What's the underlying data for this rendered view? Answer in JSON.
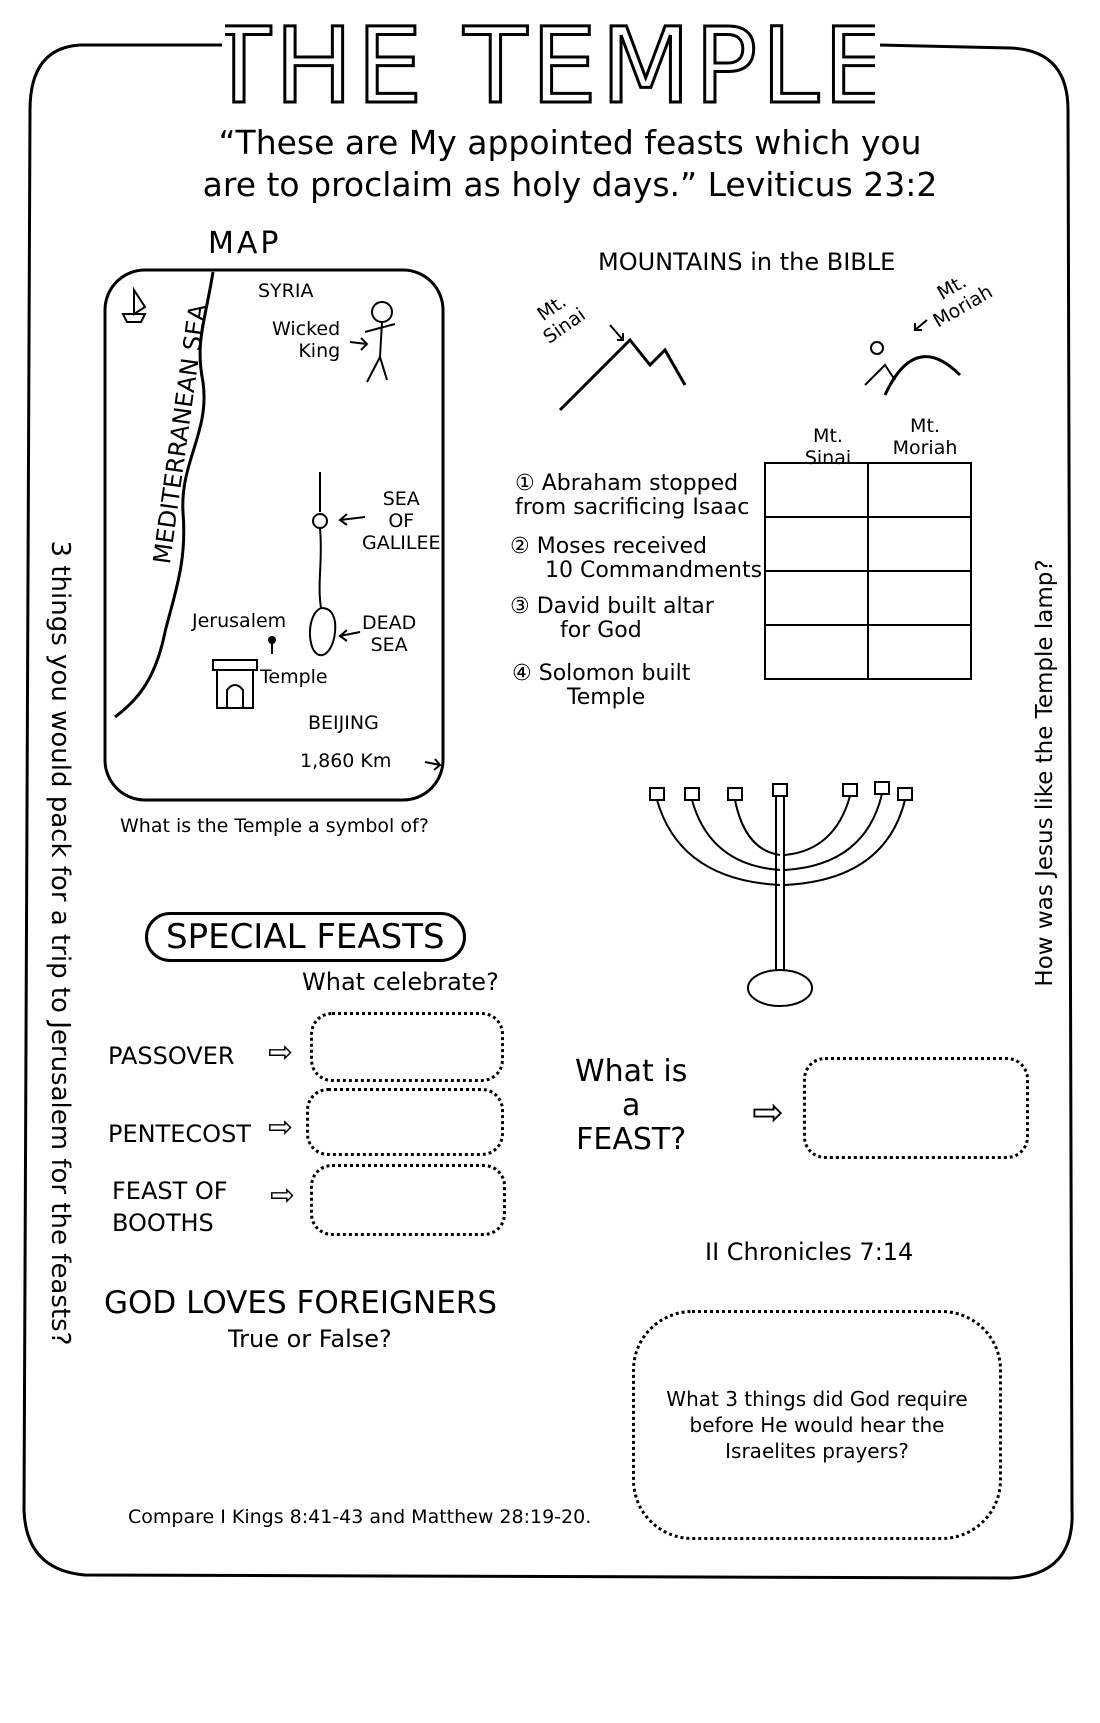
{
  "title": "THE TEMPLE",
  "quote": {
    "line1": "“These are My appointed feasts which you",
    "line2": "are to proclaim as holy days.” Leviticus 23:2"
  },
  "side_left": "3 things you would pack for a trip to Jerusalem for the feasts?",
  "side_right": "How was Jesus like the Temple lamp?",
  "map": {
    "heading": "MAP",
    "syria": "SYRIA",
    "mediterranean": "MEDITERRANEAN SEA",
    "wicked_king": [
      "Wicked",
      "King"
    ],
    "sea_of_galilee": [
      "SEA",
      "OF",
      "GALILEE"
    ],
    "jerusalem": "Jerusalem",
    "temple": "Temple",
    "dead_sea": [
      "DEAD",
      "SEA"
    ],
    "beijing": "BEIJING",
    "distance": "1,860 Km",
    "question": "What is the Temple a symbol of?"
  },
  "mountains": {
    "heading": "MOUNTAINS in the BIBLE",
    "sinai_label": [
      "Mt.",
      "Sinai"
    ],
    "moriah_label": [
      "Mt.",
      "Moriah"
    ],
    "column_headers": [
      [
        "Mt.",
        "Sinai"
      ],
      [
        "Mt.",
        "Moriah"
      ]
    ],
    "events": [
      {
        "num": "①",
        "lines": [
          "Abraham stopped",
          "from sacrificing Isaac"
        ]
      },
      {
        "num": "②",
        "lines": [
          "Moses received",
          "10 Commandments"
        ]
      },
      {
        "num": "③",
        "lines": [
          "David built altar",
          "for God"
        ]
      },
      {
        "num": "④",
        "lines": [
          "Solomon built",
          "Temple"
        ]
      }
    ]
  },
  "feasts": {
    "heading": "SPECIAL FEASTS",
    "subheading": "What celebrate?",
    "items": [
      {
        "label": [
          "PASSOVER"
        ]
      },
      {
        "label": [
          "PENTECOST"
        ]
      },
      {
        "label": [
          "FEAST OF",
          "BOOTHS"
        ]
      }
    ],
    "arrow": "⇨"
  },
  "what_is_feast": [
    "What is",
    "a",
    "FEAST?"
  ],
  "foreigners": {
    "heading": "GOD LOVES FOREIGNERS",
    "sub": "True or False?",
    "reference": "Compare I Kings 8:41-43 and Matthew 28:19-20."
  },
  "chronicles": {
    "heading": "II Chronicles 7:14",
    "question": "What 3 things did God require before He would hear the Israelites prayers?"
  }
}
